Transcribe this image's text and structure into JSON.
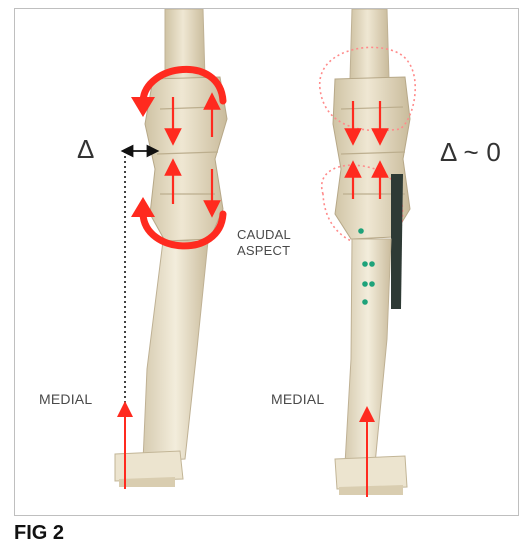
{
  "figure": {
    "caption": "FIG 2"
  },
  "labels": {
    "left_delta": "Δ",
    "right_delta": "Δ ~ 0",
    "caudal_line1": "CAUDAL",
    "caudal_line2": "ASPECT",
    "medial_left": "MEDIAL",
    "medial_right": "MEDIAL"
  },
  "colors": {
    "arrow_red": "#ff2a1f",
    "bone": "#e7dcc2",
    "bone_shadow": "#c7b89a",
    "plate": "#2e3a35",
    "screw": "#1ea27a"
  }
}
